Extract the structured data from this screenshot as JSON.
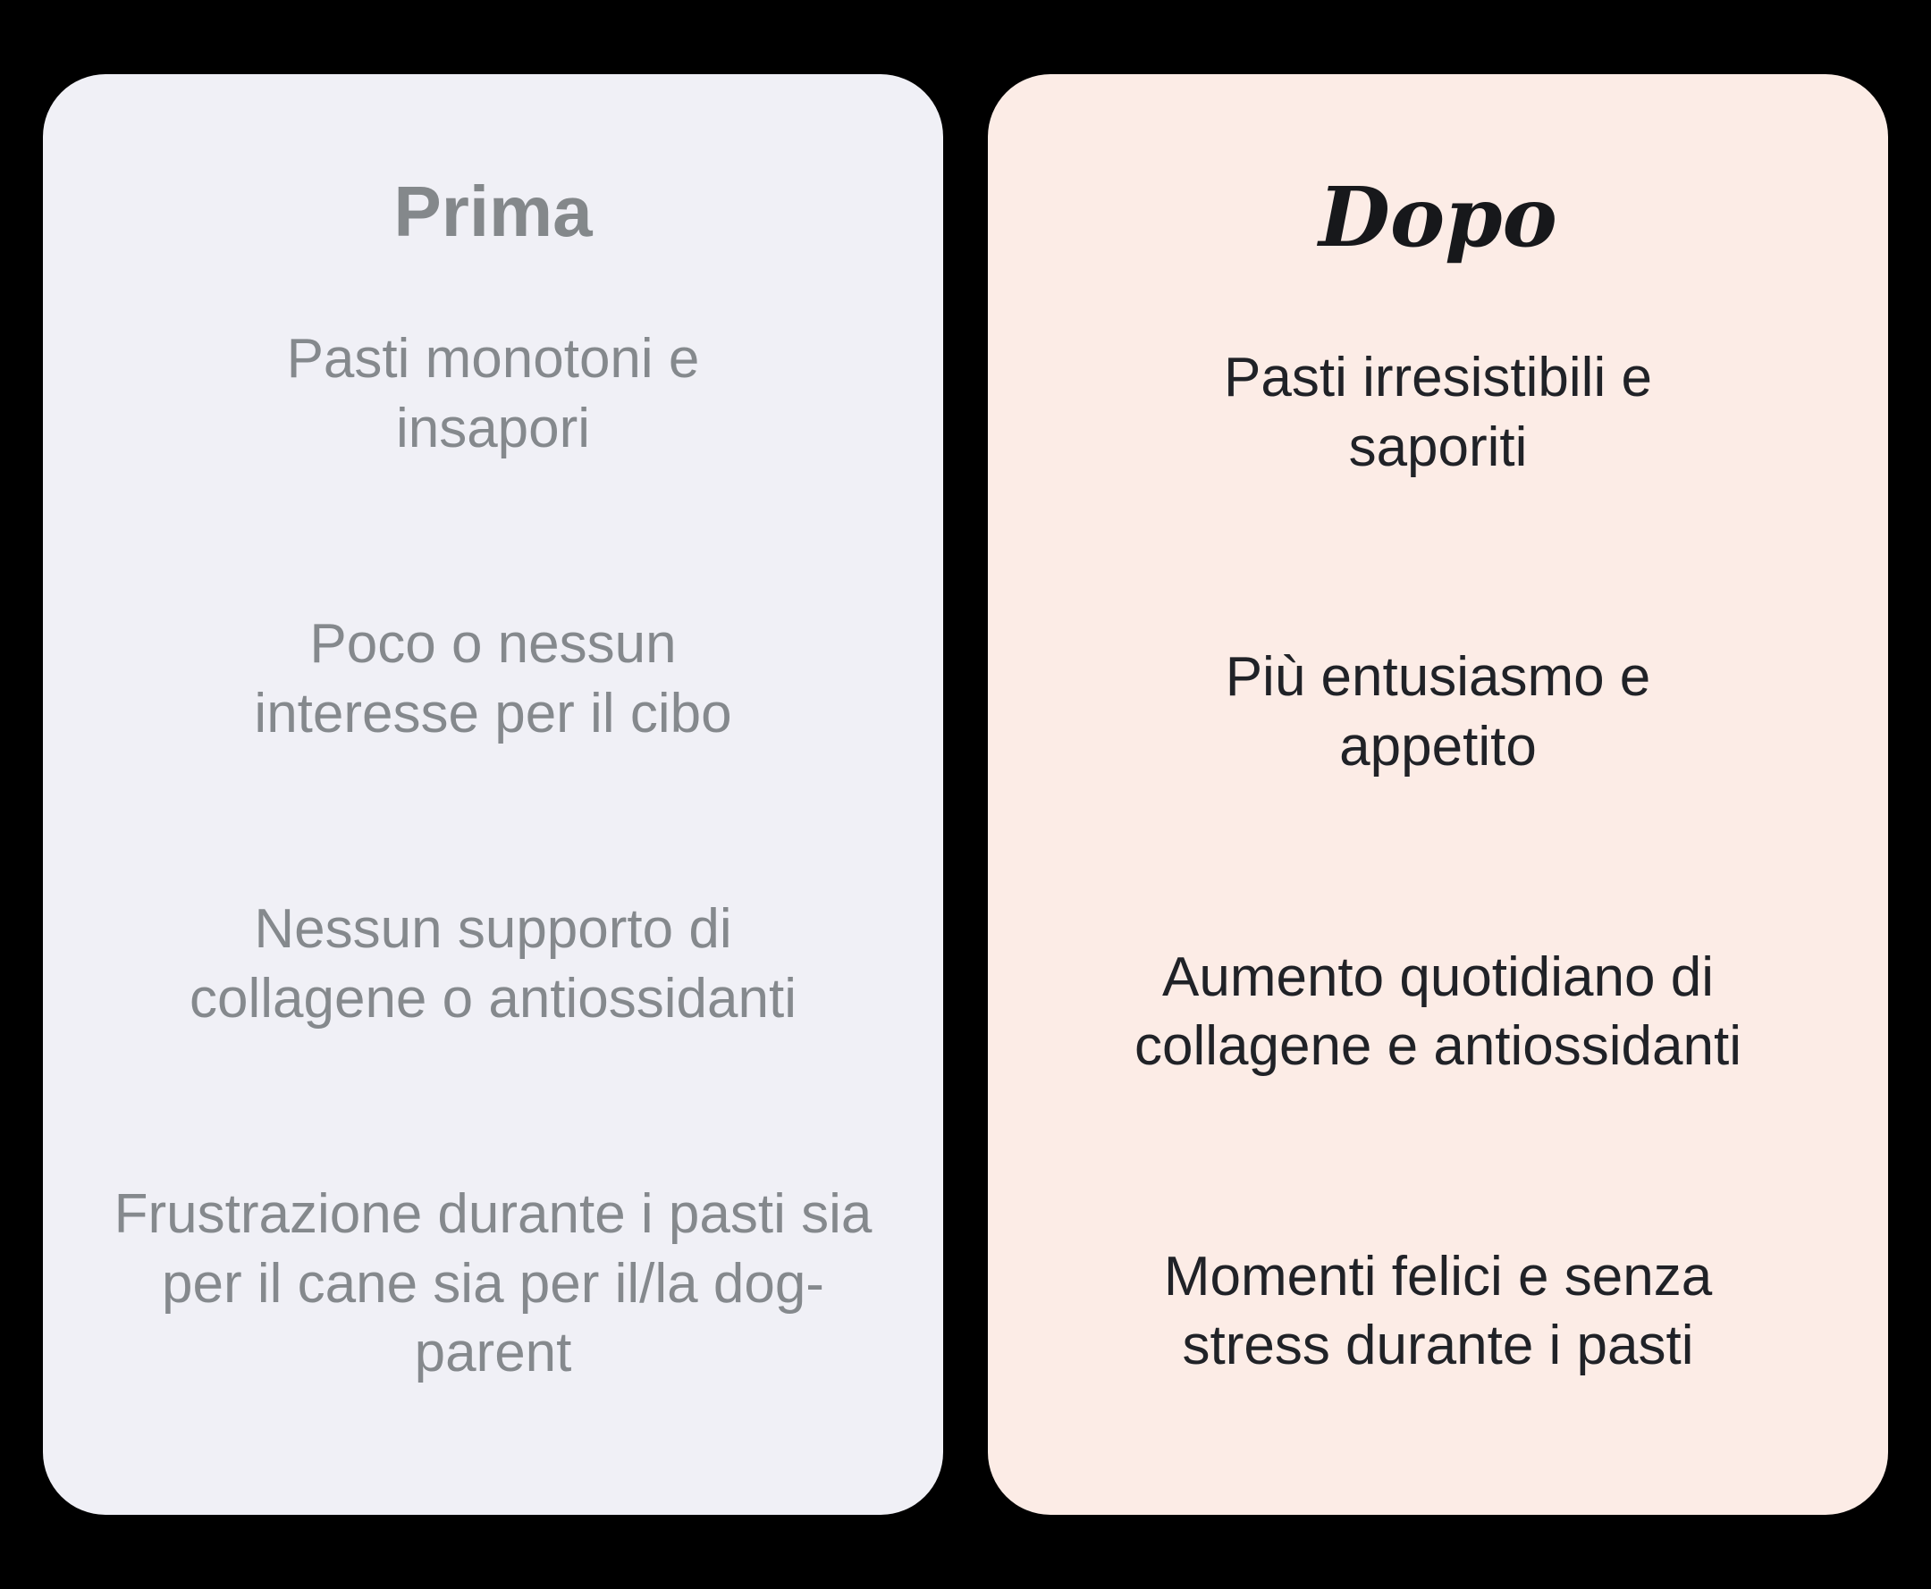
{
  "page": {
    "background_color": "#000000"
  },
  "cards": {
    "before": {
      "title": "Prima",
      "colors": {
        "background": "#F0F0F6",
        "title_text": "#84888B",
        "body_text": "#85898D"
      },
      "items": [
        "Pasti monotoni e insapori",
        "Poco o nessun interesse per il cibo",
        "Nessun supporto di collagene o antiossidanti",
        "Frustrazione durante i pasti sia per il cane sia per il/la dog-parent"
      ]
    },
    "after": {
      "title": "Dopo",
      "colors": {
        "background": "#FCECE6",
        "title_text": "#17181B",
        "body_text": "#202227"
      },
      "items": [
        "Pasti irresistibili e saporiti",
        "Più entusiasmo e appetito",
        "Aumento quotidiano di collagene e antiossidanti",
        "Momenti felici e senza stress durante i pasti"
      ]
    }
  }
}
